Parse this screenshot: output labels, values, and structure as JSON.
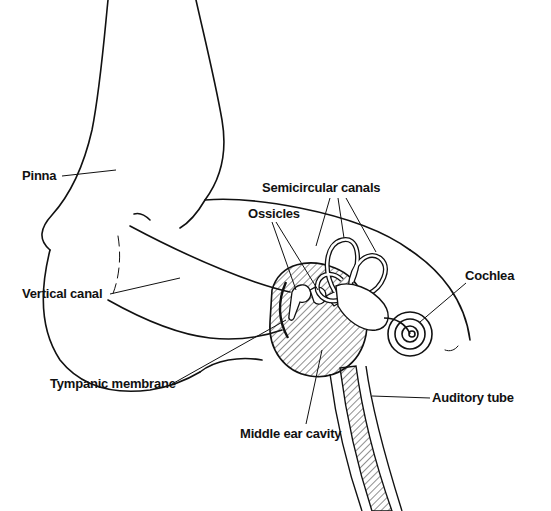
{
  "diagram": {
    "labels": [
      "Pinna",
      "Semicircular canals",
      "Ossicles",
      "Cochlea",
      "Vertical canal",
      "Tympanic membrane",
      "Auditory tube",
      "Middle ear cavity"
    ]
  }
}
